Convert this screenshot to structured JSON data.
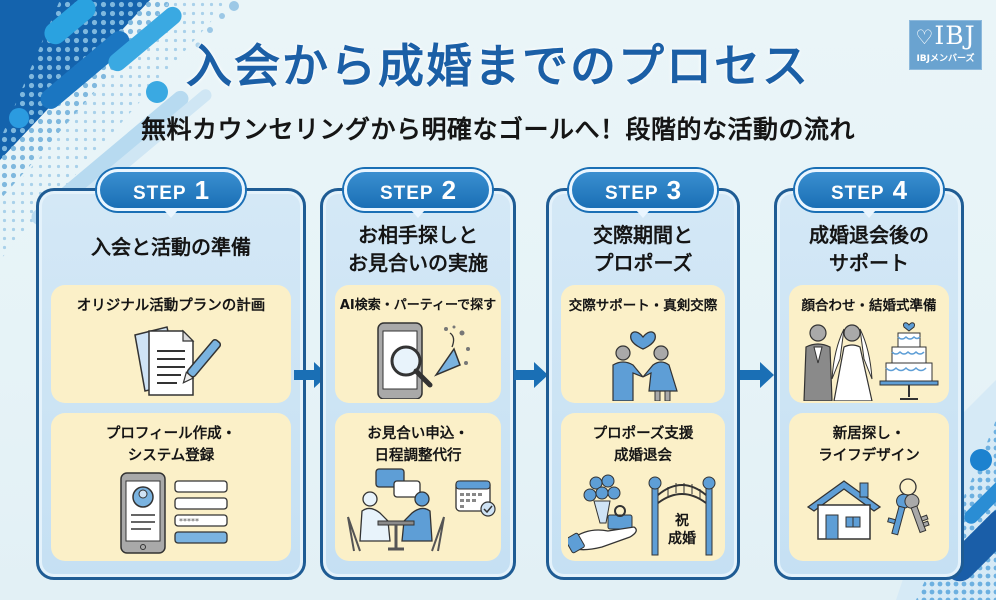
{
  "header": {
    "title": "入会から成婚までのプロセス",
    "subtitle": "無料カウンセリングから明確なゴールへ！段階的な活動の流れ"
  },
  "logo": {
    "mark": "IBJ",
    "heart": "♡",
    "caption": "IBJメンバーズ"
  },
  "colors": {
    "title_blue": "#1b5fa6",
    "badge_blue": "#1a6fb5",
    "panel_border": "#1f5c94",
    "panel_fill": "#cfe5f5",
    "card_fill": "#fbf0c8"
  },
  "steps": [
    {
      "badge_label": "STEP",
      "number": "1",
      "heading": "入会と活動の準備",
      "cards": [
        {
          "text": "オリジナル活動プランの計画",
          "icon": "document-pen-icon"
        },
        {
          "text": "プロフィール作成・\nシステム登録",
          "icon": "phone-profile-form-icon"
        }
      ]
    },
    {
      "badge_label": "STEP",
      "number": "2",
      "heading": "お相手探しと\nお見合いの実施",
      "cards": [
        {
          "text": "AI検索・パーティーで探す",
          "icon": "phone-search-party-icon"
        },
        {
          "text": "お見合い申込・\n日程調整代行",
          "icon": "meeting-calendar-icon"
        }
      ]
    },
    {
      "badge_label": "STEP",
      "number": "3",
      "heading": "交際期間と\nプロポーズ",
      "cards": [
        {
          "text": "交際サポート・真剣交際",
          "icon": "couple-heart-icon"
        },
        {
          "text": "プロポーズ支援\n成婚退会",
          "icon": "ring-bouquet-arch-icon",
          "arch_text": "祝\n成婚"
        }
      ]
    },
    {
      "badge_label": "STEP",
      "number": "4",
      "heading": "成婚退会後の\nサポート",
      "cards": [
        {
          "text": "顔合わせ・結婚式準備",
          "icon": "wedding-couple-cake-icon"
        },
        {
          "text": "新居探し・\nライフデザイン",
          "icon": "house-keys-icon"
        }
      ]
    }
  ]
}
